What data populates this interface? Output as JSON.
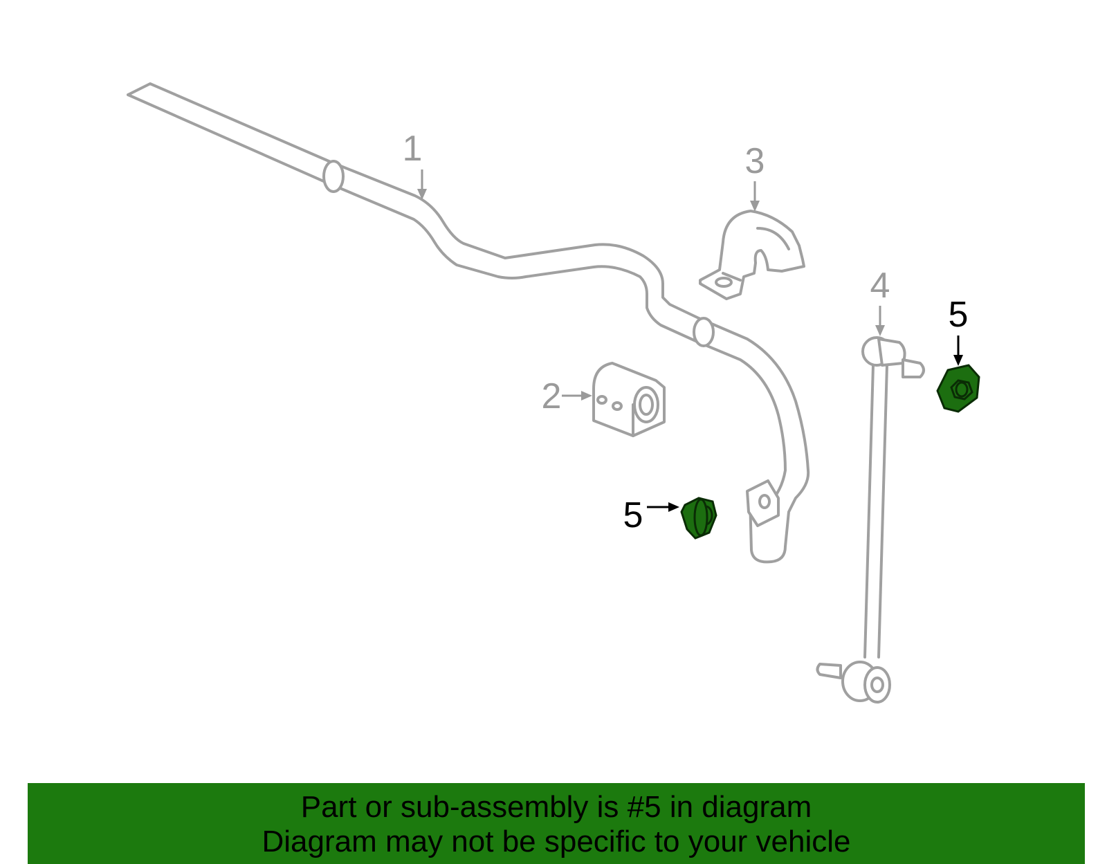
{
  "callouts": {
    "c1": "1",
    "c2": "2",
    "c3": "3",
    "c4": "4",
    "c5a": "5",
    "c5b": "5"
  },
  "banner": {
    "line1": "Part or sub-assembly is #5 in diagram",
    "line2": "Diagram may not be specific to your vehicle"
  },
  "colors": {
    "highlight": "#1c7a0e",
    "part_outline": "#a0a0a0"
  }
}
